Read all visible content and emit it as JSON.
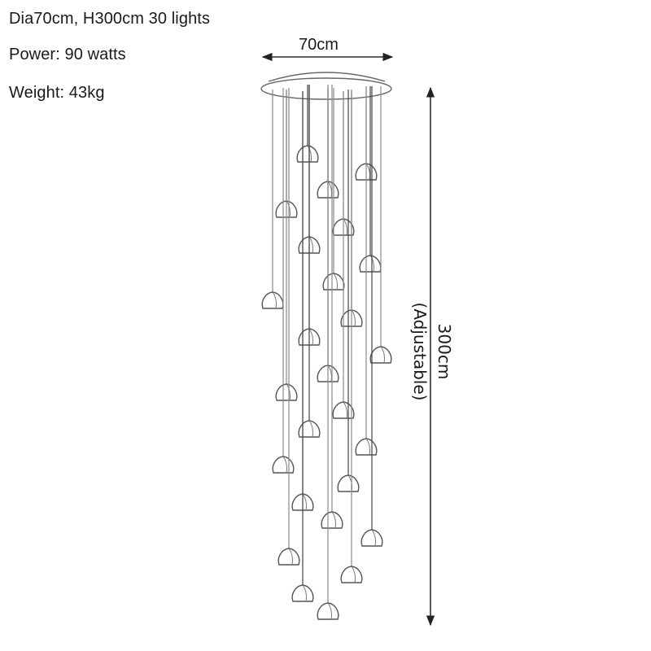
{
  "specs": [
    {
      "label": "Dia70cm, H300cm 30 lights"
    },
    {
      "label": "Power: 90 watts"
    },
    {
      "label": "Weight: 43kg"
    }
  ],
  "dimensions": {
    "width": {
      "label": "70cm"
    },
    "height": {
      "label": "300cm",
      "note": "(Adjustable)"
    }
  },
  "diagram": {
    "subject": "spiral pendant chandelier line drawing",
    "canopy": {
      "shape": "round",
      "diameter_label": "70cm"
    },
    "pendant_count_drawn": 26,
    "line_color": "#555555",
    "text_color": "#1a1a1a"
  }
}
